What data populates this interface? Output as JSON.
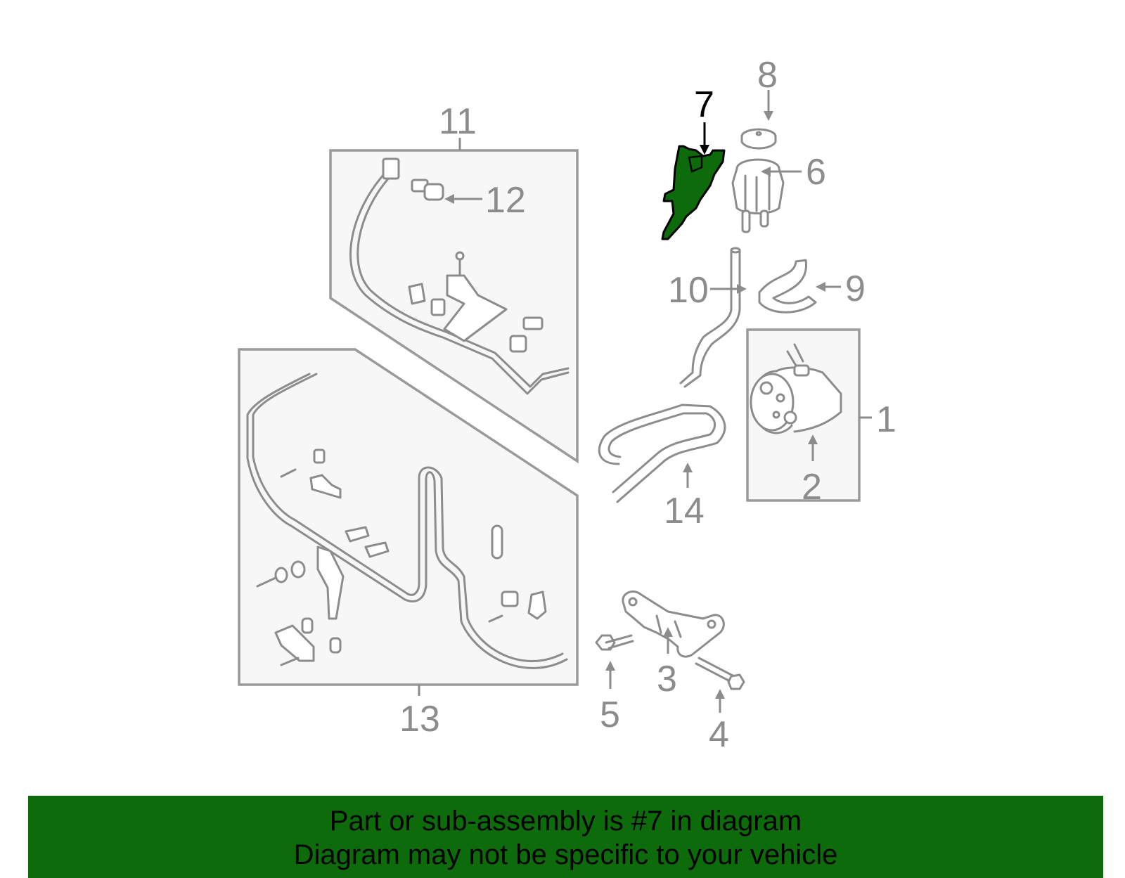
{
  "diagram": {
    "highlight_color": "#0d6b0b",
    "callouts": [
      {
        "number": "1",
        "highlighted": false
      },
      {
        "number": "2",
        "highlighted": false
      },
      {
        "number": "3",
        "highlighted": false
      },
      {
        "number": "4",
        "highlighted": false
      },
      {
        "number": "5",
        "highlighted": false
      },
      {
        "number": "6",
        "highlighted": false
      },
      {
        "number": "7",
        "highlighted": true
      },
      {
        "number": "8",
        "highlighted": false
      },
      {
        "number": "9",
        "highlighted": false
      },
      {
        "number": "10",
        "highlighted": false
      },
      {
        "number": "11",
        "highlighted": false
      },
      {
        "number": "12",
        "highlighted": false
      },
      {
        "number": "13",
        "highlighted": false
      },
      {
        "number": "14",
        "highlighted": false
      }
    ]
  },
  "banner": {
    "line1": "Part or sub-assembly is #7 in diagram",
    "line2": "Diagram may not be specific to your vehicle",
    "background": "#0d6b0b"
  }
}
